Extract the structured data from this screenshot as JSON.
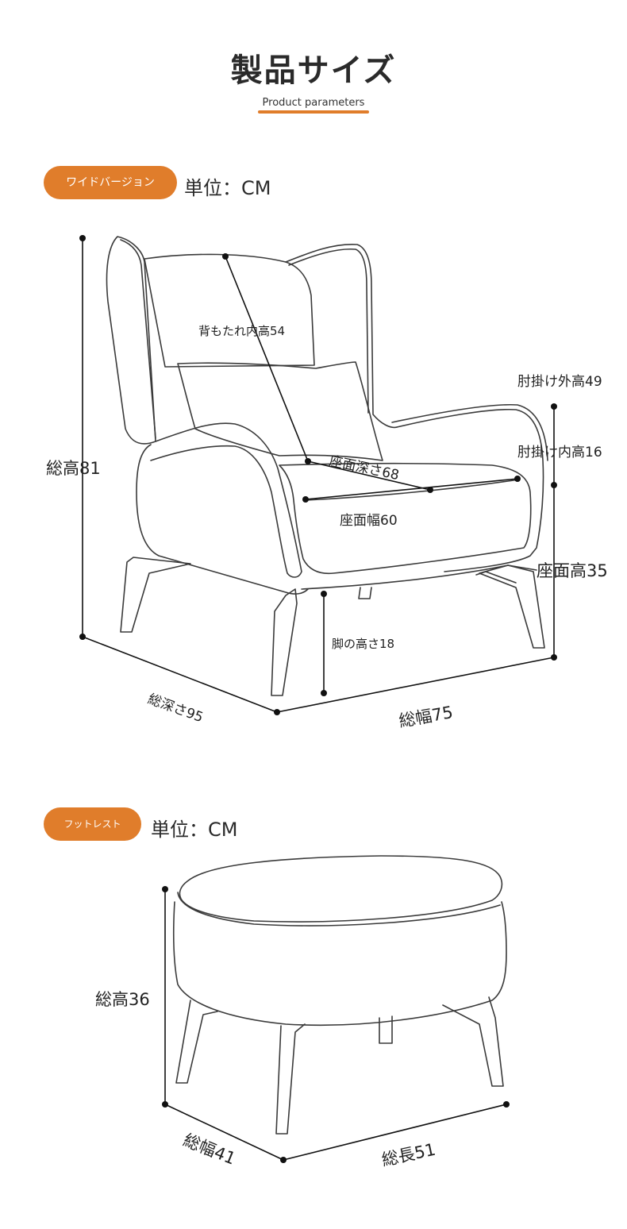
{
  "header": {
    "title": "製品サイズ",
    "subtitle": "Product parameters"
  },
  "chair": {
    "badge": "ワイドバージョン",
    "unit": "単位：CM",
    "labels": {
      "total_height": "総高81",
      "backrest_inner_height": "背もたれ内高54",
      "armrest_outer_height": "肘掛け外高49",
      "armrest_inner_height": "肘掛け内高16",
      "seat_depth": "座面深さ68",
      "seat_width": "座面幅60",
      "seat_height": "座面高35",
      "leg_height": "脚の高さ18",
      "total_depth": "総深さ95",
      "total_width": "総幅75"
    }
  },
  "footrest": {
    "badge": "フットレスト",
    "unit": "単位：CM",
    "labels": {
      "total_height": "総高36",
      "total_width": "総幅41",
      "total_length": "総長51"
    }
  }
}
